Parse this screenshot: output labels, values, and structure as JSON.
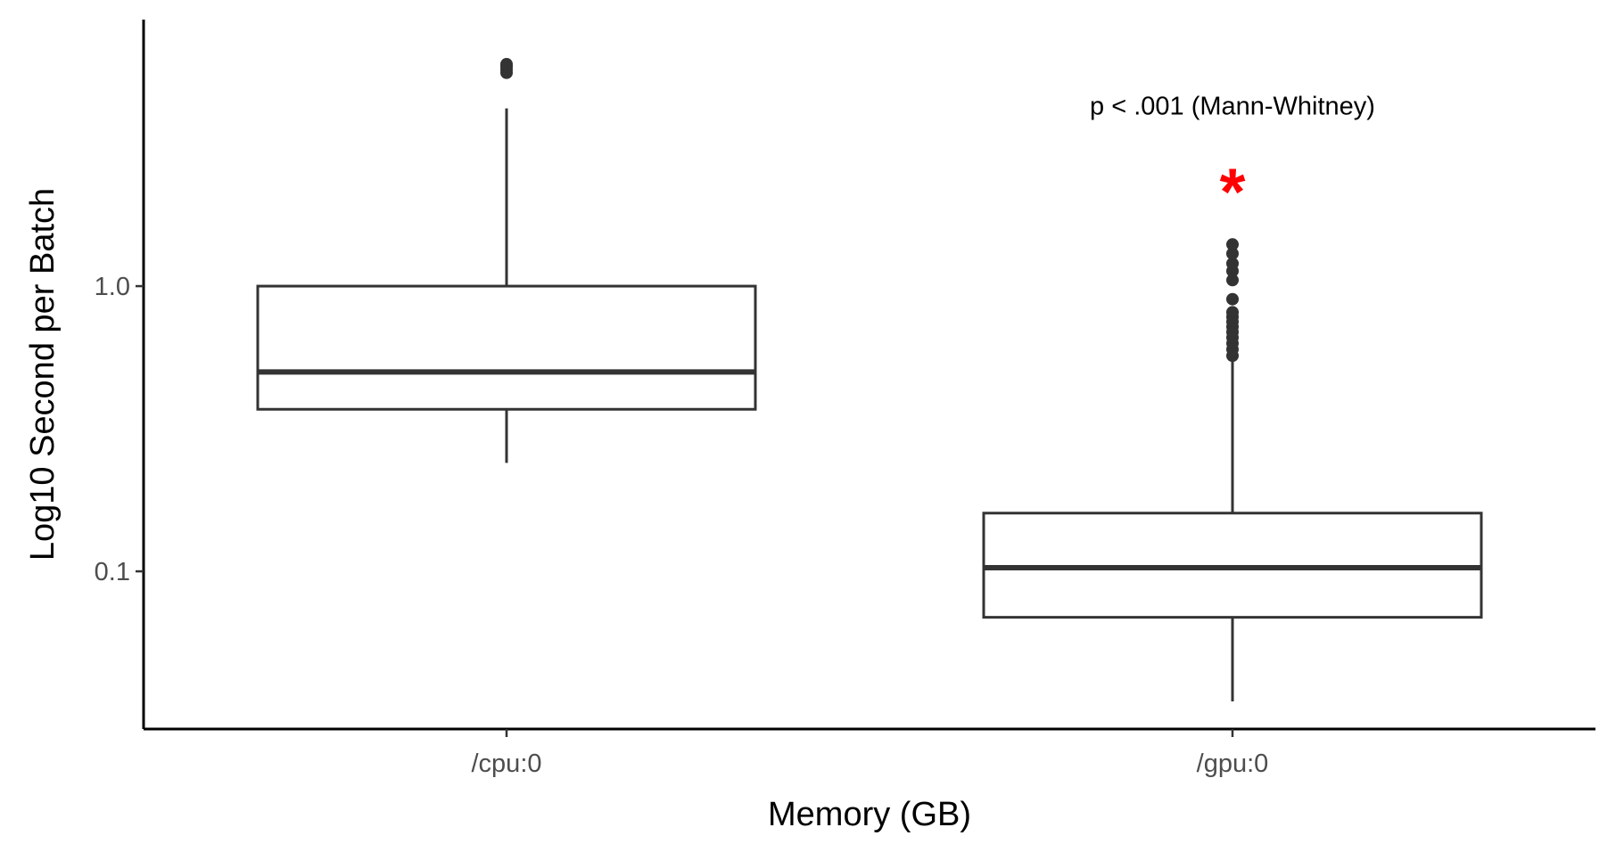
{
  "chart_data": {
    "type": "boxplot",
    "title": "",
    "xlabel": "Memory (GB)",
    "ylabel": "Log10 Second per Batch",
    "y_scale": "log10",
    "ylim": [
      0.028,
      8.6
    ],
    "y_ticks": [
      {
        "value": 0.1,
        "label": "0.1"
      },
      {
        "value": 1.0,
        "label": "1.0"
      }
    ],
    "categories": [
      "/cpu:0",
      "/gpu:0"
    ],
    "boxes": [
      {
        "category": "/cpu:0",
        "whisker_low": 0.24,
        "q1": 0.37,
        "median": 0.5,
        "q3": 1.0,
        "whisker_high": 4.2,
        "outliers": [
          5.6,
          5.75,
          5.9,
          6.0
        ]
      },
      {
        "category": "/gpu:0",
        "whisker_low": 0.035,
        "q1": 0.069,
        "median": 0.103,
        "q3": 0.16,
        "whisker_high": 0.56,
        "outliers": [
          0.57,
          0.6,
          0.63,
          0.66,
          0.69,
          0.72,
          0.75,
          0.78,
          0.81,
          0.9,
          1.05,
          1.13,
          1.2,
          1.3,
          1.4
        ]
      }
    ],
    "annotations": [
      {
        "text": "p < .001 (Mann-Whitney)",
        "category": "/gpu:0",
        "y": 4.3
      },
      {
        "text": "*",
        "category": "/gpu:0",
        "y": 2.15,
        "color": "#ff0000"
      }
    ],
    "grid": false,
    "legend": "none"
  }
}
